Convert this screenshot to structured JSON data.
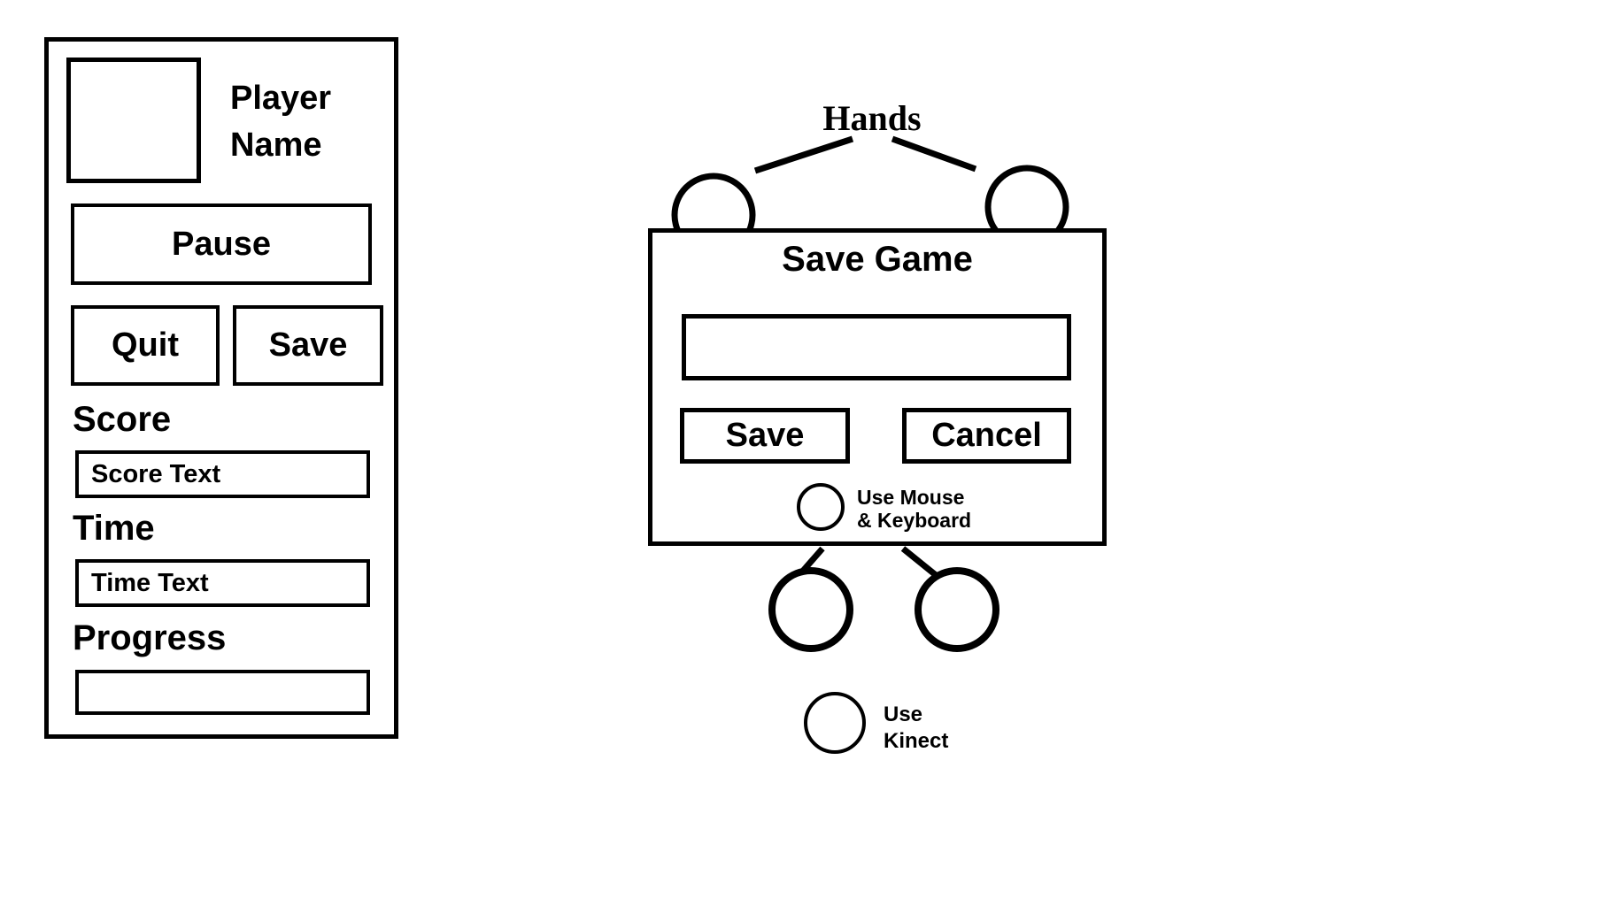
{
  "colors": {
    "ink": "#000000",
    "background": "#ffffff"
  },
  "hud": {
    "player_name": "Player Name",
    "pause": "Pause",
    "quit": "Quit",
    "save": "Save",
    "score_label": "Score",
    "score_text": "Score Text",
    "time_label": "Time",
    "time_text": "Time Text",
    "progress_label": "Progress"
  },
  "save_dialog": {
    "title": "Save Game",
    "input_value": "",
    "save": "Save",
    "cancel": "Cancel",
    "mouse_option": {
      "line1": "Use Mouse",
      "line2": "& Keyboard"
    },
    "kinect_option": {
      "line1": "Use",
      "line2": "Kinect"
    }
  },
  "annotations": {
    "hands": "Hands"
  }
}
